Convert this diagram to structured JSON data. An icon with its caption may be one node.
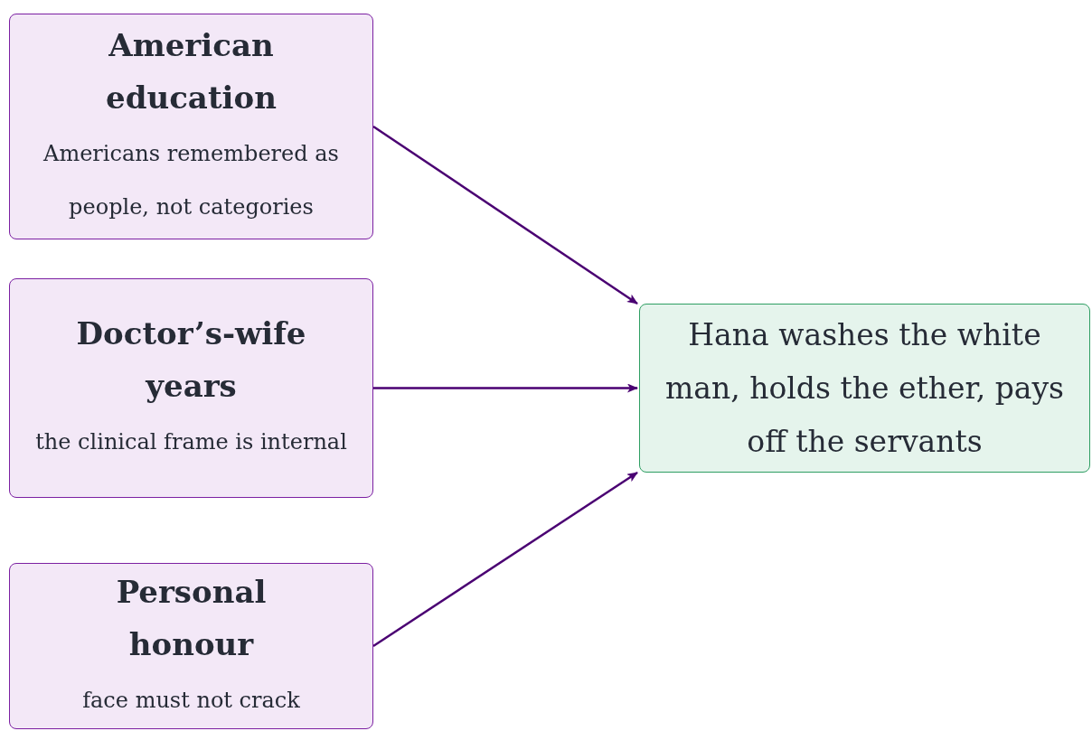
{
  "diagram": {
    "nodes": [
      {
        "text": [
          "American education",
          "Americans remembered as people, not categories"
        ]
      },
      {
        "text": [
          "Doctor’s-wife years",
          "the clinical frame is internal"
        ]
      },
      {
        "text": [
          "Personal honour",
          "face must not crack"
        ]
      },
      {
        "text": [
          "Hana washes the white man, holds the ether, pays off the servants"
        ]
      }
    ],
    "edges": [
      {
        "from": 0,
        "to": 3,
        "arrow": "to"
      },
      {
        "from": 1,
        "to": 3,
        "arrow": "to"
      },
      {
        "from": 2,
        "to": 3,
        "arrow": "to"
      }
    ]
  }
}
